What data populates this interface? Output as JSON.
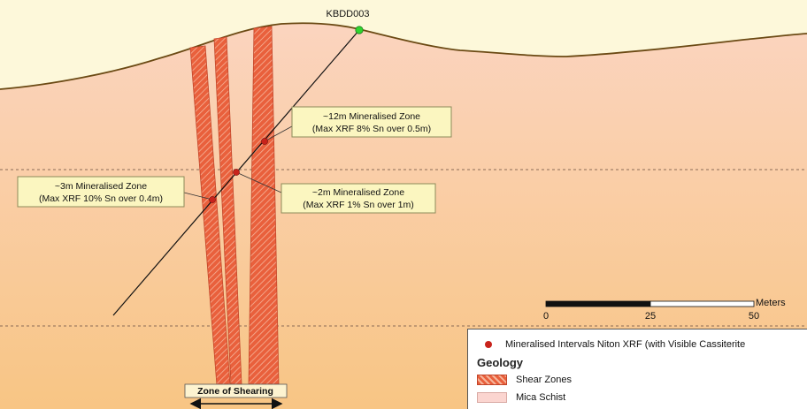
{
  "drillhole": {
    "label": "KBDD003",
    "collar_color": "#2fd62f",
    "trace_color": "#111111"
  },
  "callouts": [
    {
      "id": "twelve",
      "line1": "~12m Mineralised Zone",
      "line2": "(Max XRF 8% Sn over 0.5m)"
    },
    {
      "id": "two",
      "line1": "~2m Mineralised Zone",
      "line2": "(Max XRF 1% Sn over 1m)"
    },
    {
      "id": "three",
      "line1": "~3m Mineralised Zone",
      "line2": "(Max XRF 10% Sn over 0.4m)"
    }
  ],
  "zone_of_shearing": {
    "label": "Zone of Shearing"
  },
  "scale_bar": {
    "unit": "Meters",
    "ticks": [
      "0",
      "25",
      "50"
    ]
  },
  "legend": {
    "intervals_label": "Mineralised Intervals Niton XRF (with Visible Cassiterite",
    "title": "Geology",
    "items": [
      {
        "label": "Shear Zones",
        "swatch": "hatch"
      },
      {
        "label": "Mica Schist",
        "swatch": "solid"
      }
    ]
  },
  "colors": {
    "sky": "#fdf8da",
    "surface_line": "#6b4a14",
    "schist_top": "#fbd4bf",
    "schist_bottom": "#f8c584",
    "shear_fill": "#e9603c",
    "shear_hatch": "#f6b49a",
    "interval_dot": "#c8231c",
    "mica_schist_swatch": "#fbd5d0"
  }
}
